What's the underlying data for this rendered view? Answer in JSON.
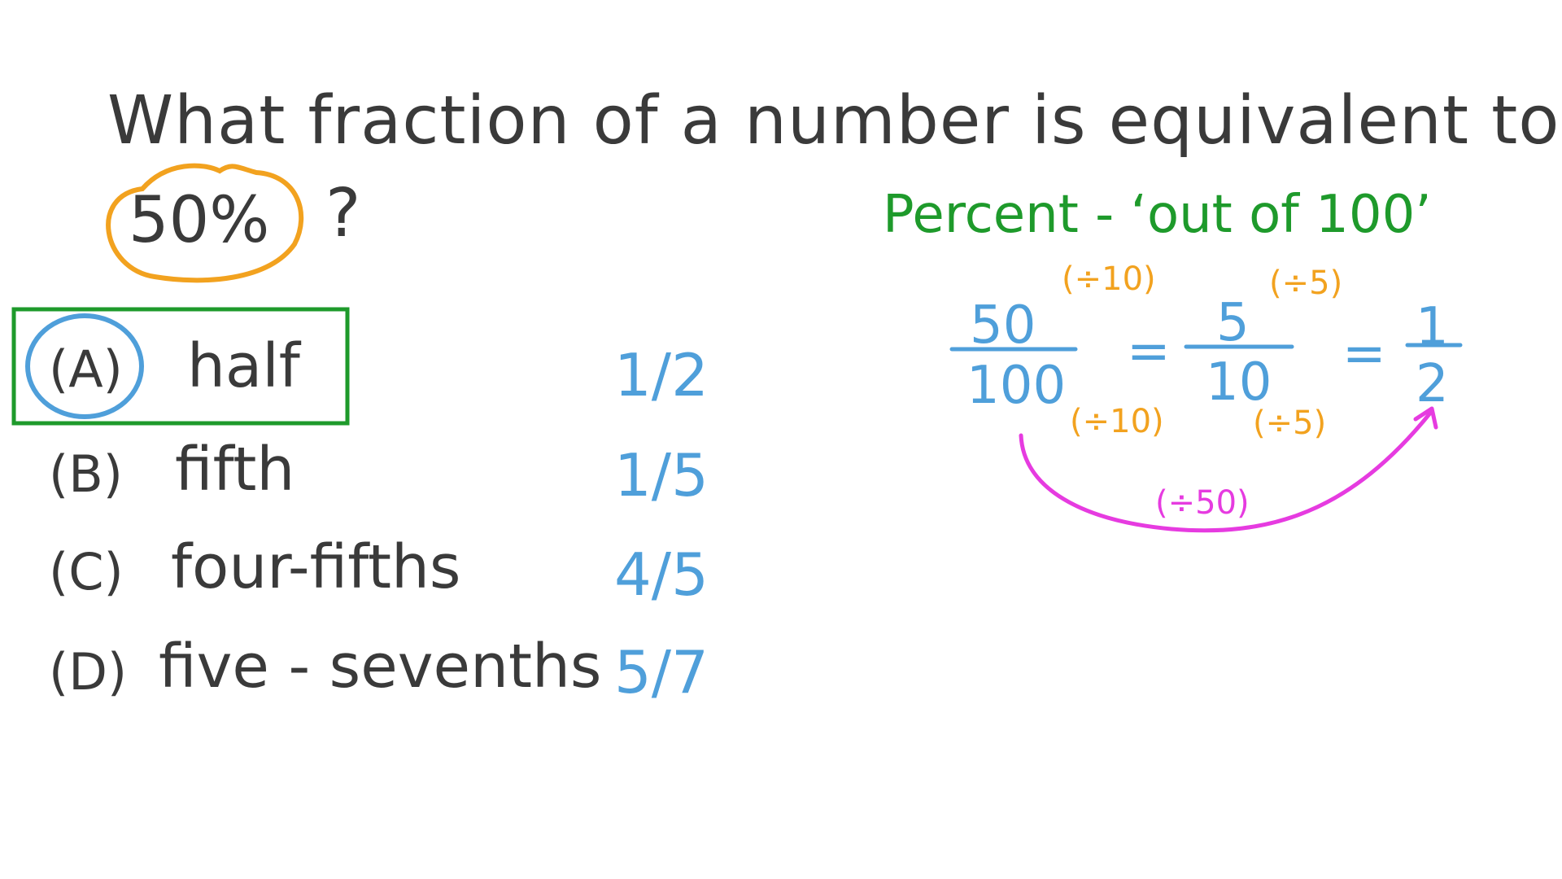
{
  "question": {
    "line1": "What fraction of a number is equivalent to",
    "percent": "50%",
    "qmark": "?"
  },
  "options": [
    {
      "letter": "(A)",
      "word": "half",
      "fraction": "1/2",
      "selected": true
    },
    {
      "letter": "(B)",
      "word": "fifth",
      "fraction": "1/5",
      "selected": false
    },
    {
      "letter": "(C)",
      "word": "four-fifths",
      "fraction": "4/5",
      "selected": false
    },
    {
      "letter": "(D)",
      "word": "five - sevenths",
      "fraction": "5/7",
      "selected": false
    }
  ],
  "working": {
    "heading": "Percent - ‘out of 100’",
    "frac1": {
      "num": "50",
      "den": "100"
    },
    "frac2": {
      "num": "5",
      "den": "10"
    },
    "frac3": {
      "num": "1",
      "den": "2"
    },
    "equals": "=",
    "div10_top": "(÷10)",
    "div10_bottom": "(÷10)",
    "div5_top": "(÷5)",
    "div5_bottom": "(÷5)",
    "div50": "(÷50)"
  },
  "colors": {
    "ink": "#3a3a3a",
    "blue": "#4f9fda",
    "orange": "#f2a21f",
    "green": "#1e9a2b",
    "magenta": "#e63be0"
  }
}
